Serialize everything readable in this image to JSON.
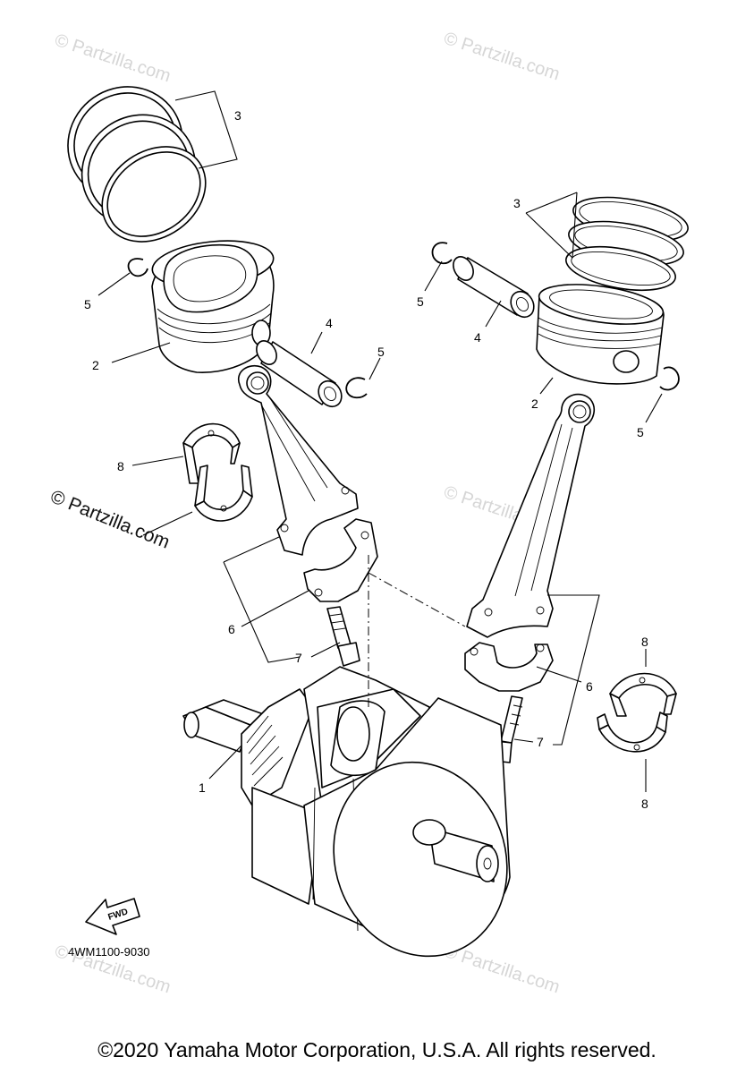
{
  "watermark": {
    "text": "© Partzilla.com",
    "prominent_text": "© Partzilla.com"
  },
  "diagram_code": "4WM1100-9030",
  "fwd_label": "FWD",
  "callouts": {
    "crankshaft": "1",
    "piston": "2",
    "piston_ring_set": "3",
    "piston_pin": "4",
    "circlip": "5",
    "connecting_rod": "6",
    "bolt": "7",
    "bearing": "8"
  },
  "copyright": "©2020 Yamaha Motor Corporation, U.S.A. All rights reserved."
}
